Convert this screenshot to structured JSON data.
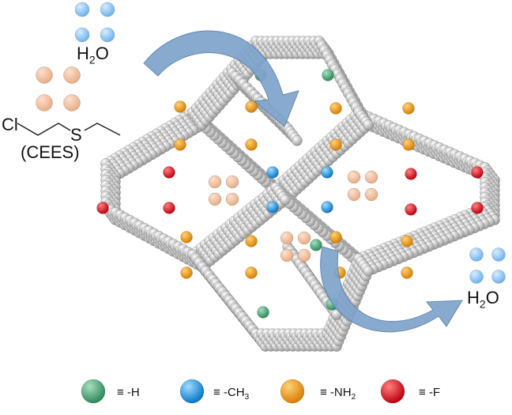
{
  "labels": {
    "water_top": {
      "main": "H",
      "sub": "2",
      "end": "O"
    },
    "water_bottom": {
      "main": "H",
      "sub": "2",
      "end": "O"
    },
    "cees_atoms": {
      "cl": "Cl",
      "s": "S"
    },
    "cees_name": "(CEES)"
  },
  "legend": [
    {
      "symbol": "≡ -H",
      "sub": "",
      "color": "#3f9e6e"
    },
    {
      "symbol": "≡ -CH",
      "sub": "3",
      "color": "#1e9be0"
    },
    {
      "symbol": "≡ -NH",
      "sub": "2",
      "color": "#f09a14"
    },
    {
      "symbol": "≡ -F",
      "sub": "",
      "color": "#e0101a"
    }
  ],
  "colors": {
    "water": "#8ec6f4",
    "cees": "#f1bf9d",
    "framework": "#c9c9c9",
    "arrow": "#7ea3cc"
  }
}
